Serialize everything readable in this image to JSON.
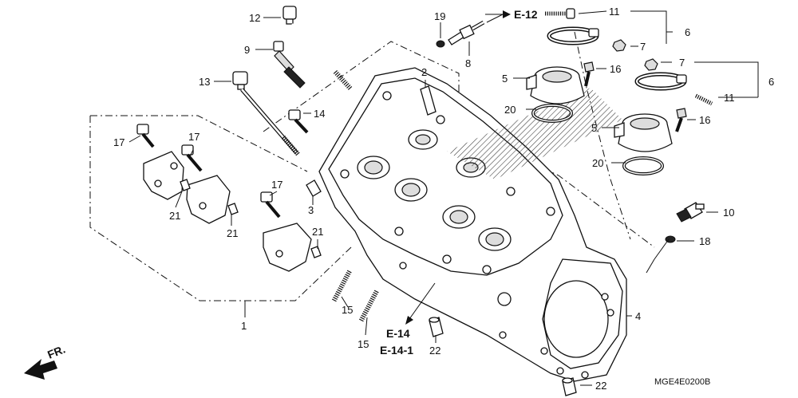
{
  "diagram": {
    "code": "MGE4E0200B",
    "front_label": "FR.",
    "refs": [
      "E-12",
      "E-14",
      "E-14-1"
    ],
    "callouts": {
      "c1": "1",
      "c2": "2",
      "c3": "3",
      "c4": "4",
      "c5a": "5",
      "c5b": "5",
      "c6a": "6",
      "c6b": "6",
      "c7a": "7",
      "c7b": "7",
      "c8": "8",
      "c9": "9",
      "c10": "10",
      "c11a": "11",
      "c11b": "11",
      "c12": "12",
      "c13": "13",
      "c14": "14",
      "c15a": "15",
      "c15b": "15",
      "c16a": "16",
      "c16b": "16",
      "c17a": "17",
      "c17b": "17",
      "c17c": "17",
      "c18": "18",
      "c19": "19",
      "c20a": "20",
      "c20b": "20",
      "c21a": "21",
      "c21b": "21",
      "c21c": "21",
      "c22a": "22",
      "c22b": "22"
    }
  }
}
